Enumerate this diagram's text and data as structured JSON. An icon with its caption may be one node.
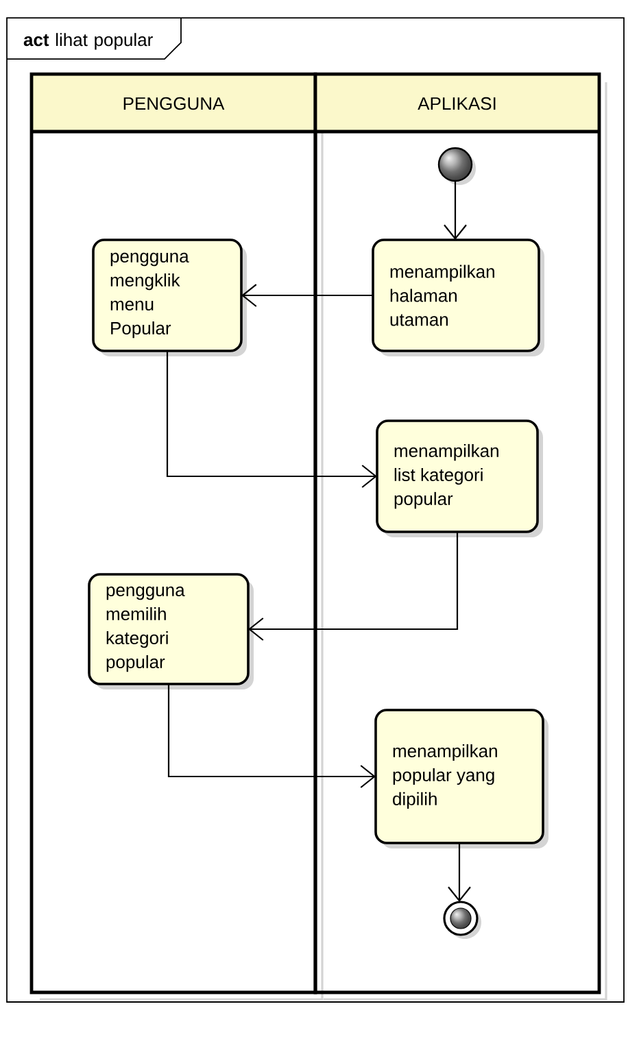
{
  "diagram": {
    "nodes": [
      {
        "text": [
          "**act** lihat popular"
        ]
      },
      {
        "text": [
          "PENGGUNA"
        ],
        "in": 0
      },
      {
        "text": [
          "APLIKASI"
        ],
        "in": 0
      },
      {
        "text": [],
        "shape": "circle",
        "in": 2
      },
      {
        "text": [
          "pengguna mengklik menu Popular"
        ],
        "in": 1
      },
      {
        "text": [
          "menampilkan halaman utaman"
        ],
        "in": 2
      },
      {
        "text": [
          "menampilkan list kategori popular"
        ],
        "in": 2
      },
      {
        "text": [
          "pengguna memilih kategori popular"
        ],
        "in": 1
      },
      {
        "text": [
          "menampilkan popular yang dipilih"
        ],
        "in": 2
      },
      {
        "text": [],
        "shape": "circle",
        "in": 2
      }
    ],
    "edges": [
      {
        "from": 3,
        "to": 5,
        "arrow": "to"
      },
      {
        "from": 5,
        "to": 4,
        "arrow": "to"
      },
      {
        "from": 4,
        "to": 6,
        "arrow": "to"
      },
      {
        "from": 6,
        "to": 7,
        "arrow": "to"
      },
      {
        "from": 7,
        "to": 8,
        "arrow": "to"
      },
      {
        "from": 8,
        "to": 9,
        "arrow": "to"
      }
    ]
  }
}
